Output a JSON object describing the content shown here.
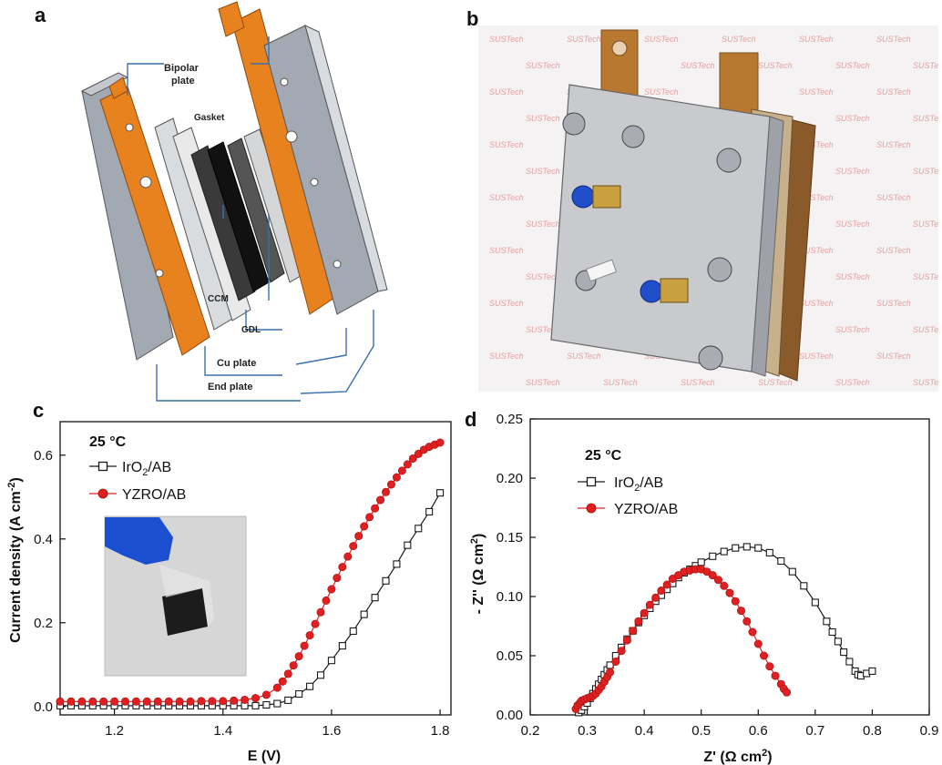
{
  "panels": {
    "a": "a",
    "b": "b",
    "c": "c",
    "d": "d"
  },
  "diagram_a": {
    "labels": {
      "bipolar": [
        "Bipolar",
        "plate"
      ],
      "gasket": "Gasket",
      "ccm": "CCM",
      "gdl": "GDL",
      "cu": "Cu plate",
      "end": "End plate"
    }
  },
  "photo_b": {
    "watermark": "SUSTech"
  },
  "colors": {
    "black_series": "#1a1a1a",
    "red_series": "#e02020",
    "copper": "#e8821e"
  },
  "chart_data": [
    {
      "id": "c",
      "type": "line",
      "annotation": "25 °C",
      "xlabel": "E (V)",
      "ylabel_main": "Current density (A cm",
      "ylabel_sup": "-2",
      "ylabel_end": ")",
      "xlim": [
        1.1,
        1.82
      ],
      "ylim": [
        -0.02,
        0.68
      ],
      "xticks": [
        1.2,
        1.4,
        1.6,
        1.8
      ],
      "xtick_labels": [
        "1.2",
        "1.4",
        "1.6",
        "1.8"
      ],
      "yticks": [
        0.0,
        0.2,
        0.4,
        0.6
      ],
      "ytick_labels": [
        "0.0",
        "0.2",
        "0.4",
        "0.6"
      ],
      "grid": false,
      "legend": "top-left",
      "series": [
        {
          "name_main": "IrO",
          "name_sub": "2",
          "name_end": "/AB",
          "marker": "square",
          "color": "#1a1a1a",
          "x": [
            1.1,
            1.12,
            1.14,
            1.16,
            1.18,
            1.2,
            1.22,
            1.24,
            1.26,
            1.28,
            1.3,
            1.32,
            1.34,
            1.36,
            1.38,
            1.4,
            1.42,
            1.44,
            1.46,
            1.48,
            1.5,
            1.52,
            1.54,
            1.56,
            1.58,
            1.6,
            1.62,
            1.64,
            1.66,
            1.68,
            1.7,
            1.72,
            1.74,
            1.76,
            1.78,
            1.8
          ],
          "y": [
            0.002,
            0.002,
            0.002,
            0.002,
            0.002,
            0.002,
            0.002,
            0.002,
            0.002,
            0.002,
            0.002,
            0.002,
            0.002,
            0.002,
            0.002,
            0.002,
            0.002,
            0.002,
            0.002,
            0.004,
            0.007,
            0.015,
            0.03,
            0.048,
            0.075,
            0.11,
            0.145,
            0.18,
            0.22,
            0.26,
            0.3,
            0.34,
            0.385,
            0.425,
            0.465,
            0.51
          ]
        },
        {
          "name_main": "YZRO/AB",
          "name_sub": "",
          "name_end": "",
          "marker": "circle",
          "color": "#e02020",
          "x": [
            1.1,
            1.12,
            1.14,
            1.16,
            1.18,
            1.2,
            1.22,
            1.24,
            1.26,
            1.28,
            1.3,
            1.32,
            1.34,
            1.36,
            1.38,
            1.4,
            1.42,
            1.44,
            1.46,
            1.48,
            1.5,
            1.51,
            1.52,
            1.53,
            1.54,
            1.55,
            1.56,
            1.57,
            1.58,
            1.59,
            1.6,
            1.61,
            1.62,
            1.63,
            1.64,
            1.65,
            1.66,
            1.67,
            1.68,
            1.69,
            1.7,
            1.71,
            1.72,
            1.73,
            1.74,
            1.75,
            1.76,
            1.77,
            1.78,
            1.79,
            1.8
          ],
          "y": [
            0.012,
            0.012,
            0.012,
            0.012,
            0.012,
            0.012,
            0.012,
            0.012,
            0.012,
            0.012,
            0.012,
            0.012,
            0.012,
            0.013,
            0.013,
            0.013,
            0.014,
            0.016,
            0.02,
            0.028,
            0.045,
            0.06,
            0.078,
            0.098,
            0.12,
            0.145,
            0.17,
            0.197,
            0.225,
            0.253,
            0.28,
            0.307,
            0.333,
            0.358,
            0.383,
            0.407,
            0.43,
            0.452,
            0.473,
            0.493,
            0.512,
            0.53,
            0.547,
            0.563,
            0.578,
            0.592,
            0.603,
            0.613,
            0.62,
            0.625,
            0.63
          ]
        }
      ]
    },
    {
      "id": "d",
      "type": "scatter",
      "annotation": "25 °C",
      "xlabel_main": "Z' (Ω cm",
      "xlabel_sup": "2",
      "xlabel_end": ")",
      "ylabel_main": "- Z'' (Ω cm",
      "ylabel_sup": "2",
      "ylabel_end": ")",
      "xlim": [
        0.2,
        0.9
      ],
      "ylim": [
        0.0,
        0.25
      ],
      "xticks": [
        0.2,
        0.3,
        0.4,
        0.5,
        0.6,
        0.7,
        0.8,
        0.9
      ],
      "xtick_labels": [
        "0.2",
        "0.3",
        "0.4",
        "0.5",
        "0.6",
        "0.7",
        "0.8",
        "0.9"
      ],
      "yticks": [
        0.0,
        0.05,
        0.1,
        0.15,
        0.2,
        0.25
      ],
      "ytick_labels": [
        "0.00",
        "0.05",
        "0.10",
        "0.15",
        "0.20",
        "0.25"
      ],
      "grid": false,
      "legend": "top-left",
      "series": [
        {
          "name_main": "IrO",
          "name_sub": "2",
          "name_end": "/AB",
          "marker": "square",
          "color": "#1a1a1a",
          "x": [
            0.285,
            0.29,
            0.295,
            0.3,
            0.305,
            0.31,
            0.315,
            0.32,
            0.325,
            0.33,
            0.335,
            0.34,
            0.35,
            0.36,
            0.37,
            0.38,
            0.39,
            0.4,
            0.41,
            0.42,
            0.43,
            0.44,
            0.45,
            0.46,
            0.47,
            0.48,
            0.49,
            0.5,
            0.52,
            0.54,
            0.56,
            0.58,
            0.6,
            0.62,
            0.64,
            0.66,
            0.68,
            0.7,
            0.72,
            0.73,
            0.74,
            0.75,
            0.76,
            0.77,
            0.775,
            0.78,
            0.79,
            0.8
          ],
          "y": [
            0.002,
            0.004,
            0.007,
            0.01,
            0.014,
            0.018,
            0.022,
            0.026,
            0.03,
            0.034,
            0.038,
            0.042,
            0.05,
            0.057,
            0.064,
            0.071,
            0.078,
            0.084,
            0.09,
            0.096,
            0.101,
            0.106,
            0.111,
            0.116,
            0.12,
            0.123,
            0.126,
            0.129,
            0.134,
            0.138,
            0.141,
            0.142,
            0.141,
            0.137,
            0.13,
            0.121,
            0.109,
            0.095,
            0.079,
            0.07,
            0.062,
            0.053,
            0.045,
            0.037,
            0.034,
            0.033,
            0.035,
            0.037
          ]
        },
        {
          "name_main": "YZRO/AB",
          "name_sub": "",
          "name_end": "",
          "marker": "circle",
          "color": "#e02020",
          "x": [
            0.28,
            0.283,
            0.287,
            0.29,
            0.295,
            0.3,
            0.305,
            0.31,
            0.315,
            0.32,
            0.325,
            0.33,
            0.335,
            0.34,
            0.35,
            0.36,
            0.37,
            0.38,
            0.39,
            0.4,
            0.41,
            0.42,
            0.43,
            0.44,
            0.45,
            0.46,
            0.47,
            0.48,
            0.49,
            0.5,
            0.51,
            0.52,
            0.53,
            0.54,
            0.55,
            0.56,
            0.57,
            0.58,
            0.59,
            0.6,
            0.61,
            0.62,
            0.63,
            0.64,
            0.645,
            0.65
          ],
          "y": [
            0.005,
            0.008,
            0.01,
            0.012,
            0.013,
            0.014,
            0.015,
            0.016,
            0.018,
            0.021,
            0.024,
            0.028,
            0.032,
            0.036,
            0.045,
            0.054,
            0.063,
            0.071,
            0.079,
            0.086,
            0.093,
            0.099,
            0.105,
            0.11,
            0.115,
            0.118,
            0.121,
            0.122,
            0.123,
            0.123,
            0.121,
            0.118,
            0.114,
            0.109,
            0.103,
            0.096,
            0.088,
            0.079,
            0.07,
            0.06,
            0.05,
            0.041,
            0.033,
            0.026,
            0.022,
            0.019
          ]
        }
      ]
    }
  ]
}
